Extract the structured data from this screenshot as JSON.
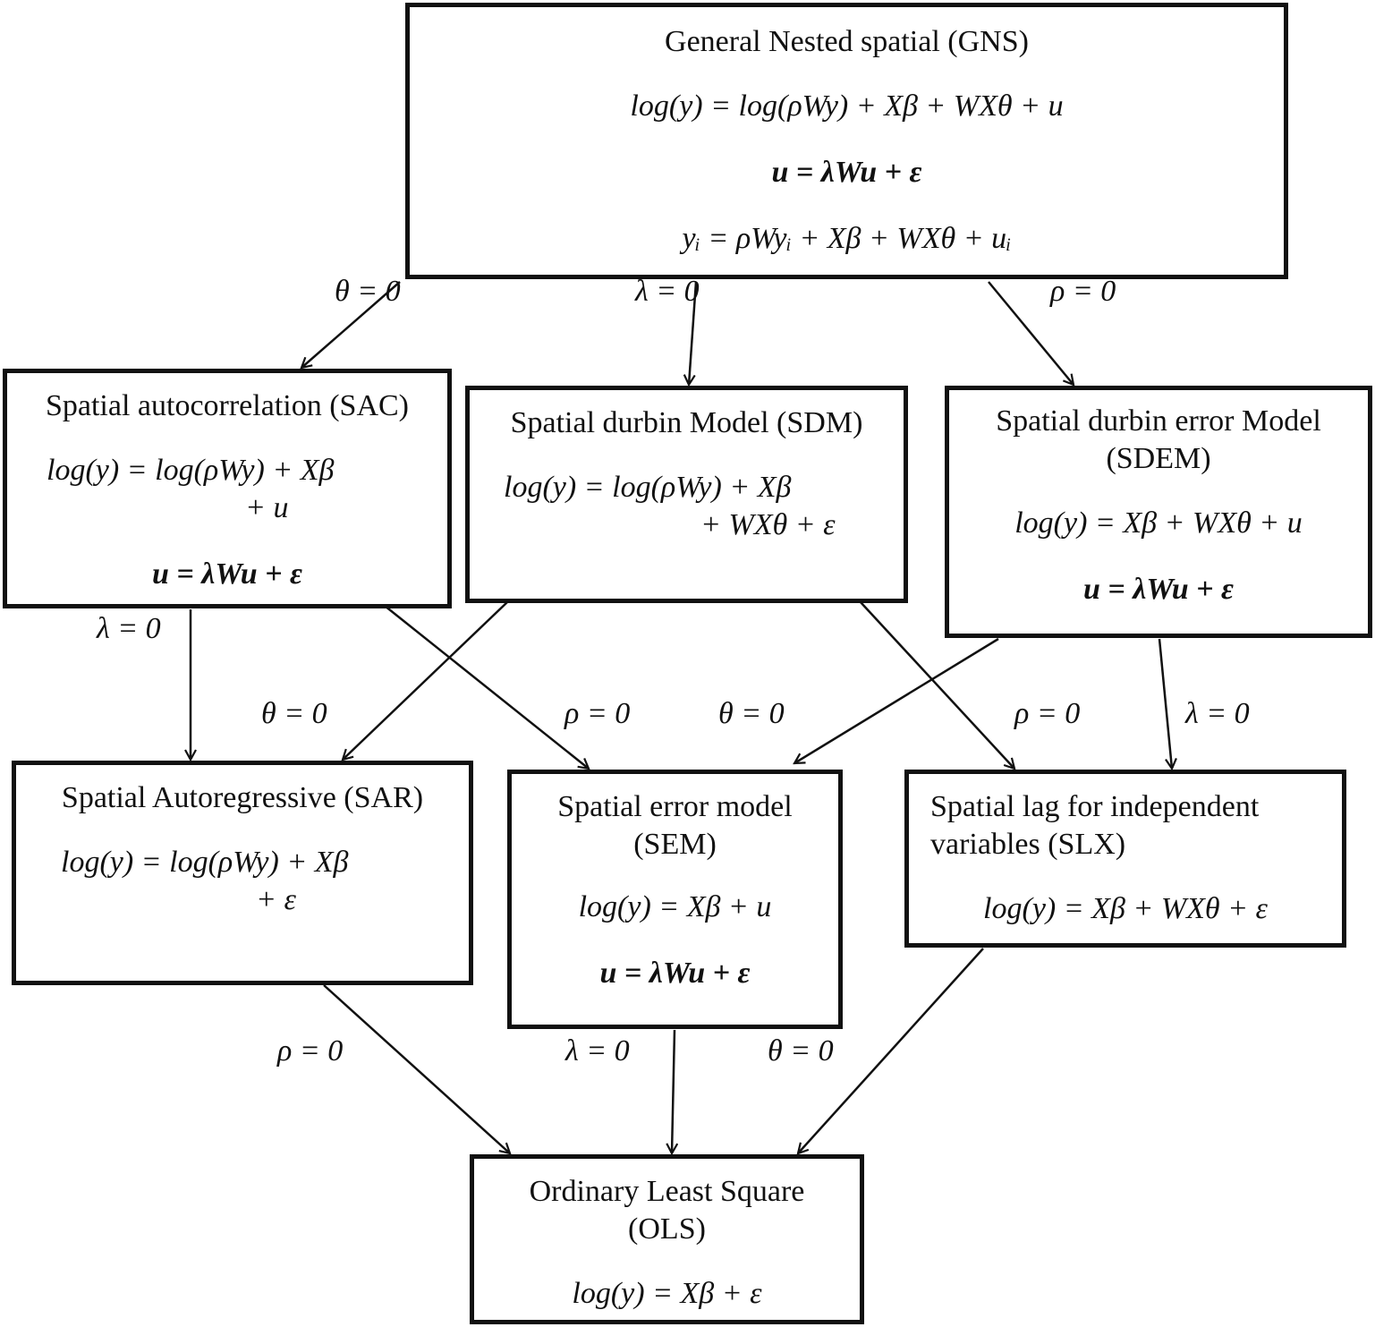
{
  "models": {
    "gns": {
      "title": "General Nested spatial (GNS)",
      "eq1": "log(y) = log(ρWy) + Xβ + WXθ + u",
      "eq2": "u = λWu + ε",
      "eq3": "yᵢ = ρWyᵢ + Xβ + WXθ + uᵢ"
    },
    "sac": {
      "title": "Spatial autocorrelation (SAC)",
      "eq1a": "log(y) = log(ρWy) + Xβ",
      "eq1b": "+ u",
      "eq2": "u = λWu + ε"
    },
    "sdm": {
      "title": "Spatial durbin Model (SDM)",
      "eq1a": "log(y) = log(ρWy) + Xβ",
      "eq1b": "+ WXθ + ε"
    },
    "sdem": {
      "title": "Spatial durbin error Model (SDEM)",
      "eq1": "log(y) = Xβ + WXθ + u",
      "eq2": "u = λWu + ε"
    },
    "sar": {
      "title": "Spatial Autoregressive (SAR)",
      "eq1a": "log(y) = log(ρWy) + Xβ",
      "eq1b": "+ ε"
    },
    "sem": {
      "title": "Spatial error model (SEM)",
      "eq1": "log(y) = Xβ + u",
      "eq2": "u = λWu + ε"
    },
    "slx": {
      "title": "Spatial lag for independent variables (SLX)",
      "eq1": "log(y) = Xβ + WXθ + ε"
    },
    "ols": {
      "title": "Ordinary Least Square (OLS)",
      "eq1": "log(y) = Xβ + ε"
    }
  },
  "edges": [
    {
      "from": "GNS",
      "to": "SAC",
      "label": "θ = 0"
    },
    {
      "from": "GNS",
      "to": "SDM",
      "label": "λ = 0"
    },
    {
      "from": "GNS",
      "to": "SDEM",
      "label": "ρ = 0"
    },
    {
      "from": "SAC",
      "to": "SAR",
      "label": "λ = 0"
    },
    {
      "from": "SDM",
      "to": "SAR",
      "label": "θ = 0"
    },
    {
      "from": "SAC",
      "to": "SEM",
      "label": "ρ = 0"
    },
    {
      "from": "SDEM",
      "to": "SEM",
      "label": "θ = 0"
    },
    {
      "from": "SDM",
      "to": "SLX",
      "label": "ρ = 0"
    },
    {
      "from": "SDEM",
      "to": "SLX",
      "label": "λ = 0"
    },
    {
      "from": "SAR",
      "to": "OLS",
      "label": "ρ = 0"
    },
    {
      "from": "SEM",
      "to": "OLS",
      "label": "λ = 0"
    },
    {
      "from": "SLX",
      "to": "OLS",
      "label": "θ = 0"
    }
  ]
}
